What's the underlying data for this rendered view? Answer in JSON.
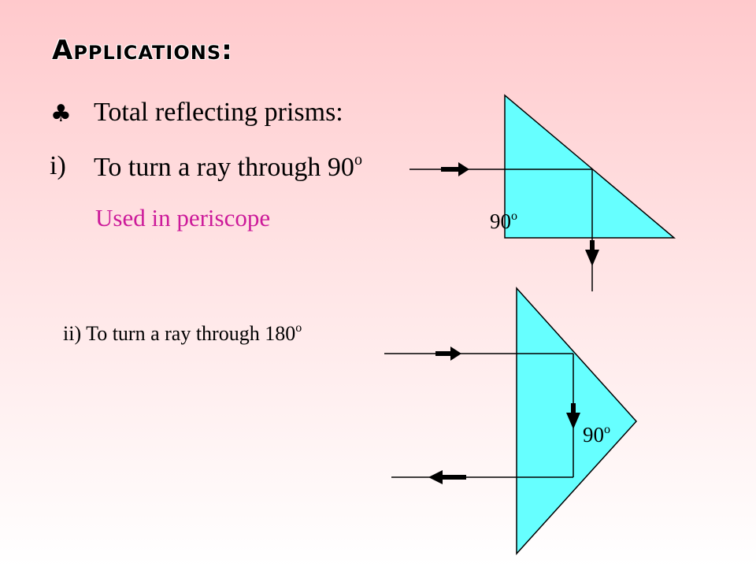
{
  "slide": {
    "title": "Applications:",
    "bullet_symbol": "♣",
    "items": [
      {
        "marker": "♣",
        "text": "Total reflecting prisms:"
      },
      {
        "marker": "i)",
        "text": "To turn a ray through 90",
        "superscript": "o"
      }
    ],
    "note": "Used in periscope",
    "item_ii": {
      "text": "ii) To turn a ray through 180",
      "superscript": "o"
    }
  },
  "diagram": {
    "prism_color": "#66ffff",
    "ray_color": "#000000",
    "note_color": "#cc1a9a",
    "angle_labels": [
      {
        "value": "90",
        "unit": "o"
      },
      {
        "value": "90",
        "unit": "o"
      }
    ]
  }
}
